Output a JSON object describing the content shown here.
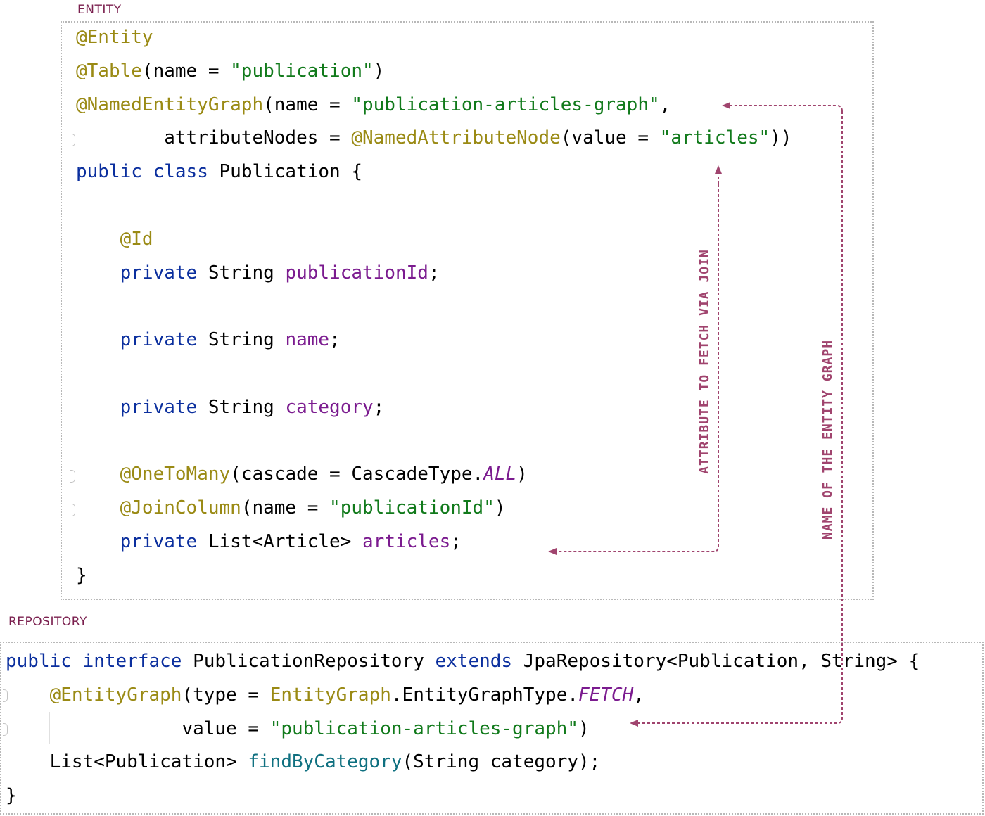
{
  "entity_section": {
    "label": "ENTITY",
    "lines": [
      [
        {
          "t": "@Entity",
          "c": "ann"
        }
      ],
      [
        {
          "t": "@Table",
          "c": "ann"
        },
        {
          "t": "(name = "
        },
        {
          "t": "\"publication\"",
          "c": "str"
        },
        {
          "t": ")"
        }
      ],
      [
        {
          "t": "@NamedEntityGraph",
          "c": "ann"
        },
        {
          "t": "(name = "
        },
        {
          "t": "\"publication-articles-graph\"",
          "c": "str"
        },
        {
          "t": ","
        }
      ],
      [
        {
          "t": "        attributeNodes = "
        },
        {
          "t": "@NamedAttributeNode",
          "c": "ann"
        },
        {
          "t": "(value = "
        },
        {
          "t": "\"articles\"",
          "c": "str"
        },
        {
          "t": "))"
        }
      ],
      [
        {
          "t": "public",
          "c": "kw"
        },
        {
          "t": " "
        },
        {
          "t": "class",
          "c": "kw"
        },
        {
          "t": " Publication {"
        }
      ],
      [],
      [
        {
          "t": "    "
        },
        {
          "t": "@Id",
          "c": "ann"
        }
      ],
      [
        {
          "t": "    "
        },
        {
          "t": "private",
          "c": "kw"
        },
        {
          "t": " String "
        },
        {
          "t": "publicationId",
          "c": "fld"
        },
        {
          "t": ";"
        }
      ],
      [],
      [
        {
          "t": "    "
        },
        {
          "t": "private",
          "c": "kw"
        },
        {
          "t": " String "
        },
        {
          "t": "name",
          "c": "fld"
        },
        {
          "t": ";"
        }
      ],
      [],
      [
        {
          "t": "    "
        },
        {
          "t": "private",
          "c": "kw"
        },
        {
          "t": " String "
        },
        {
          "t": "category",
          "c": "fld"
        },
        {
          "t": ";"
        }
      ],
      [],
      [
        {
          "t": "    "
        },
        {
          "t": "@OneToMany",
          "c": "ann"
        },
        {
          "t": "(cascade = CascadeType."
        },
        {
          "t": "ALL",
          "c": "ital"
        },
        {
          "t": ")"
        }
      ],
      [
        {
          "t": "    "
        },
        {
          "t": "@JoinColumn",
          "c": "ann"
        },
        {
          "t": "(name = "
        },
        {
          "t": "\"publicationId\"",
          "c": "str"
        },
        {
          "t": ")"
        }
      ],
      [
        {
          "t": "    "
        },
        {
          "t": "private",
          "c": "kw"
        },
        {
          "t": " List<Article> "
        },
        {
          "t": "articles",
          "c": "fld"
        },
        {
          "t": ";"
        }
      ],
      [
        {
          "t": "}"
        }
      ]
    ]
  },
  "repository_section": {
    "label": "REPOSITORY",
    "lines": [
      [
        {
          "t": "public",
          "c": "kw"
        },
        {
          "t": " "
        },
        {
          "t": "interface",
          "c": "kw"
        },
        {
          "t": " PublicationRepository "
        },
        {
          "t": "extends",
          "c": "kw"
        },
        {
          "t": " JpaRepository<Publication, String> {"
        }
      ],
      [
        {
          "t": "    "
        },
        {
          "t": "@EntityGraph",
          "c": "ann"
        },
        {
          "t": "(type = "
        },
        {
          "t": "EntityGraph",
          "c": "ann"
        },
        {
          "t": ".EntityGraphType."
        },
        {
          "t": "FETCH",
          "c": "ital"
        },
        {
          "t": ","
        }
      ],
      [
        {
          "t": "                value = "
        },
        {
          "t": "\"publication-articles-graph\"",
          "c": "str"
        },
        {
          "t": ")"
        }
      ],
      [
        {
          "t": "    List<Publication> "
        },
        {
          "t": "findByCategory",
          "c": "mth"
        },
        {
          "t": "(String category);"
        }
      ],
      [
        {
          "t": "}"
        }
      ]
    ]
  },
  "annotations": {
    "attribute_to_fetch": "ATTRIBUTE TO FETCH VIA JOIN",
    "graph_name": "NAME OF THE ENTITY GRAPH"
  },
  "colors": {
    "keyword": "#0b2f9e",
    "annotation": "#9a8a14",
    "string": "#117a1b",
    "field": "#7b1b8f",
    "method": "#0f7080",
    "section_label": "#7a1f4e",
    "callout_arrow": "#a0446e"
  }
}
